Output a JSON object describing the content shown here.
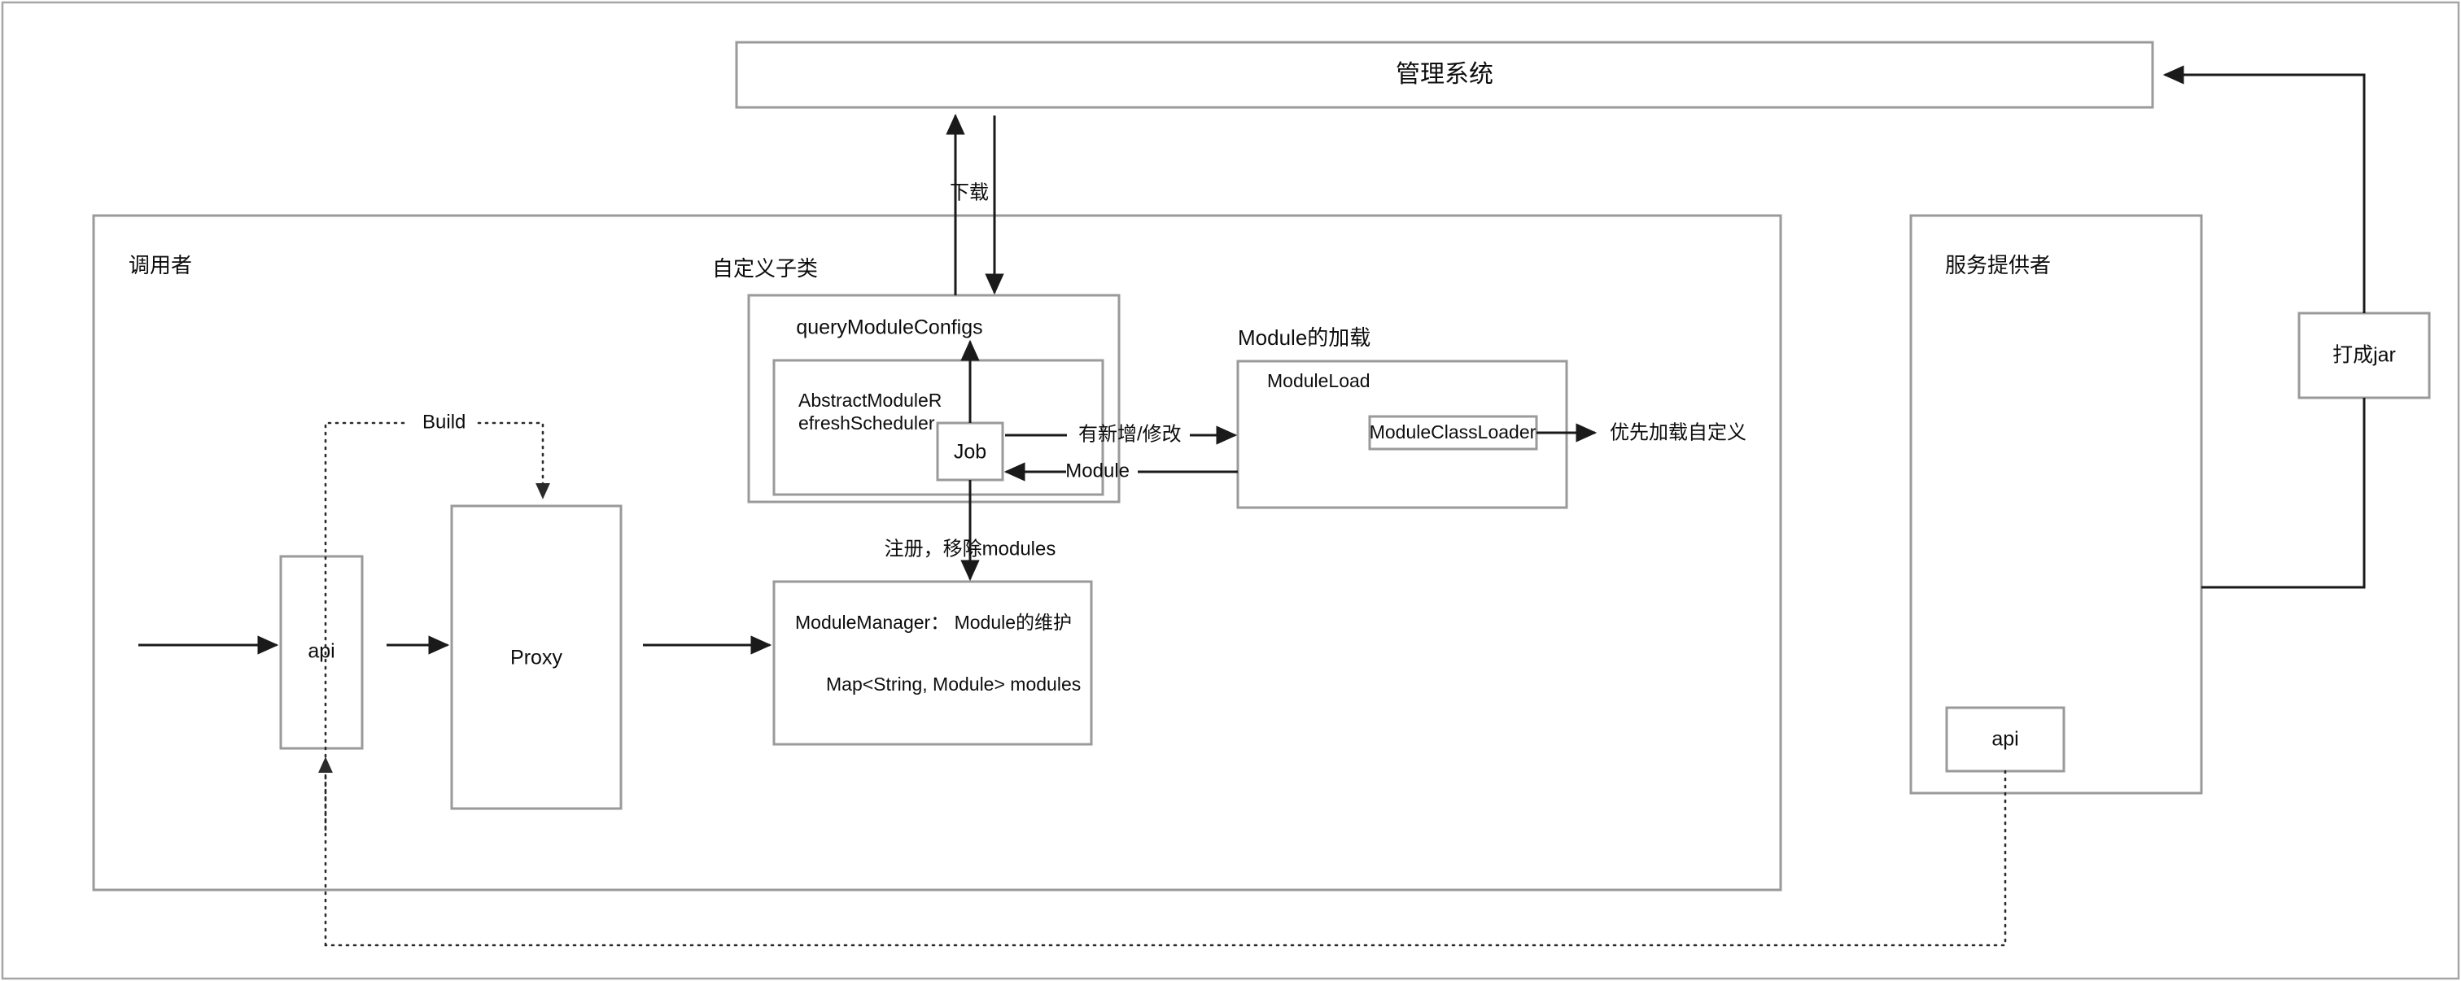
{
  "diagram": {
    "title_box": {
      "label": "管理系统"
    },
    "groups": {
      "caller": {
        "label": "调用者"
      },
      "custom_subclass": {
        "label": "自定义子类"
      },
      "module_loading": {
        "label": "Module的加载"
      },
      "service_provider": {
        "label": "服务提供者"
      }
    },
    "nodes": {
      "api_left": {
        "label": "api"
      },
      "proxy": {
        "label": "Proxy"
      },
      "module_manager_line1": {
        "label": "ModuleManager： Module的维护"
      },
      "module_manager_line2": {
        "label": "Map<String, Module> modules"
      },
      "query_module_configs": {
        "label": "queryModuleConfigs"
      },
      "abstract_scheduler_line1": {
        "label": "AbstractModuleR"
      },
      "abstract_scheduler_line2": {
        "label": "efreshScheduler"
      },
      "job": {
        "label": "Job"
      },
      "module_load": {
        "label": "ModuleLoad"
      },
      "module_class_loader": {
        "label": "ModuleClassLoader"
      },
      "package_jar": {
        "label": "打成jar"
      },
      "api_right": {
        "label": "api"
      }
    },
    "edge_labels": {
      "download": "下载",
      "build": "Build",
      "register_remove_modules": "注册，移除modules",
      "has_new_or_modified": "有新增/修改",
      "module": "Module",
      "prefer_custom_load": "优先加载自定义"
    },
    "colors": {
      "box_border": "#9a9a9a",
      "connector": "#1a1a1a",
      "text": "#0d0d0d",
      "background": "#ffffff"
    }
  }
}
